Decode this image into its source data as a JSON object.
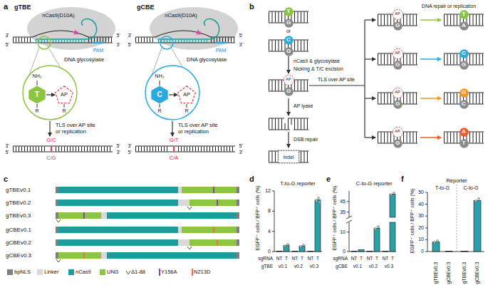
{
  "diagram": {
    "nodes": [
      {
        "text": [
          "T"
        ]
      },
      {
        "text": [
          "AP"
        ]
      },
      {
        "text": [
          "C"
        ]
      },
      {
        "text": [
          "AP"
        ]
      },
      {
        "text": [
          "T"
        ]
      },
      {
        "text": [
          "G"
        ]
      },
      {
        "text": [
          "C"
        ]
      },
      {
        "text": [
          "G"
        ]
      },
      {
        "text": [
          "AP"
        ]
      },
      {
        "text": [
          "G"
        ]
      },
      {
        "text": [
          "Indel"
        ]
      },
      {
        "text": [
          "AP"
        ]
      },
      {
        "text": [
          "G"
        ]
      },
      {
        "text": [
          "AP"
        ]
      },
      {
        "text": [
          "G"
        ]
      },
      {
        "text": [
          "AP"
        ]
      },
      {
        "text": [
          "G"
        ]
      },
      {
        "text": [
          "AP"
        ]
      },
      {
        "text": [
          "G"
        ]
      },
      {
        "text": [
          "T"
        ]
      },
      {
        "text": [
          "A"
        ]
      },
      {
        "text": [
          "C"
        ]
      },
      {
        "text": [
          "G"
        ]
      },
      {
        "text": [
          "G"
        ]
      },
      {
        "text": [
          "C"
        ]
      },
      {
        "text": [
          "A"
        ]
      },
      {
        "text": [
          "T"
        ]
      }
    ],
    "edges": [
      {
        "from": 0,
        "to": 1,
        "arrow": "to"
      },
      {
        "from": 2,
        "to": 3,
        "arrow": "to"
      }
    ],
    "labels": [
      "a",
      "gTBE",
      "nCas9(D10A)",
      "3'",
      "5'",
      "5'",
      "3'",
      "PAM",
      "DNA glycosylase",
      "NH₂",
      "R",
      "R",
      "TLS over AP site or replication",
      "3'",
      "5'",
      "5'",
      "3'",
      "G/C",
      "C/G",
      "gCBE",
      "nCas9(D10A)",
      "3'",
      "5'",
      "5'",
      "3'",
      "PAM",
      "DNA glycosylase",
      "NH₂",
      "R",
      "R",
      "TLS over AP site or replication",
      "3'",
      "5'",
      "5'",
      "3'",
      "G/T",
      "C/A",
      "b",
      "or",
      "nCas9 & glycosylase",
      "Nicking & T/C excision",
      "AP lyase",
      "DSB repair",
      "TLS over AP site",
      "DNA repair or replication",
      "c",
      "gTBEv0.1",
      "gTBEv0.2",
      "gTBEv0.3",
      "gCBEv0.1",
      "gCBEv0.2",
      "gCBEv0.3",
      "d",
      "T-to-G reporter",
      "EGFP⁺ cells / BFP⁺ cells (%)",
      "0",
      "4",
      "8",
      "12",
      "sgRNA",
      "NT",
      "T",
      "NT",
      "T",
      "NT",
      "T",
      "gTBE",
      "v0.1",
      "v0.2",
      "v0.3",
      "e",
      "C-to-G reporter",
      "EGFP⁺ cells / BFP⁺ cells (%)",
      "0",
      "10",
      "35",
      "45",
      "sgRNA",
      "NT",
      "T",
      "NT",
      "T",
      "NT",
      "T",
      "gCBE",
      "v0.1",
      "v0.2",
      "v0.3",
      "f",
      "Reporter",
      "T-to-G",
      "C-to-G",
      "EGFP⁺ cells / BFP⁺ cells (%)",
      "0",
      "10",
      "20",
      "30",
      "40",
      "50",
      "gTBEv0.3",
      "gCBEv0.3",
      "gTBEv0.3",
      "gCBEv0.3"
    ],
    "legend": [
      {
        "text": "bpNLS",
        "color": "#7f7f7f"
      },
      {
        "text": "Linker",
        "color": "#d9d9d9"
      },
      {
        "text": "nCas9",
        "color": "#1b9e9b"
      },
      {
        "text": "UNG",
        "color": "#8cc63f"
      },
      {
        "text": "Δ1-88"
      },
      {
        "text": "Y156A"
      },
      {
        "text": "N213D"
      }
    ]
  }
}
